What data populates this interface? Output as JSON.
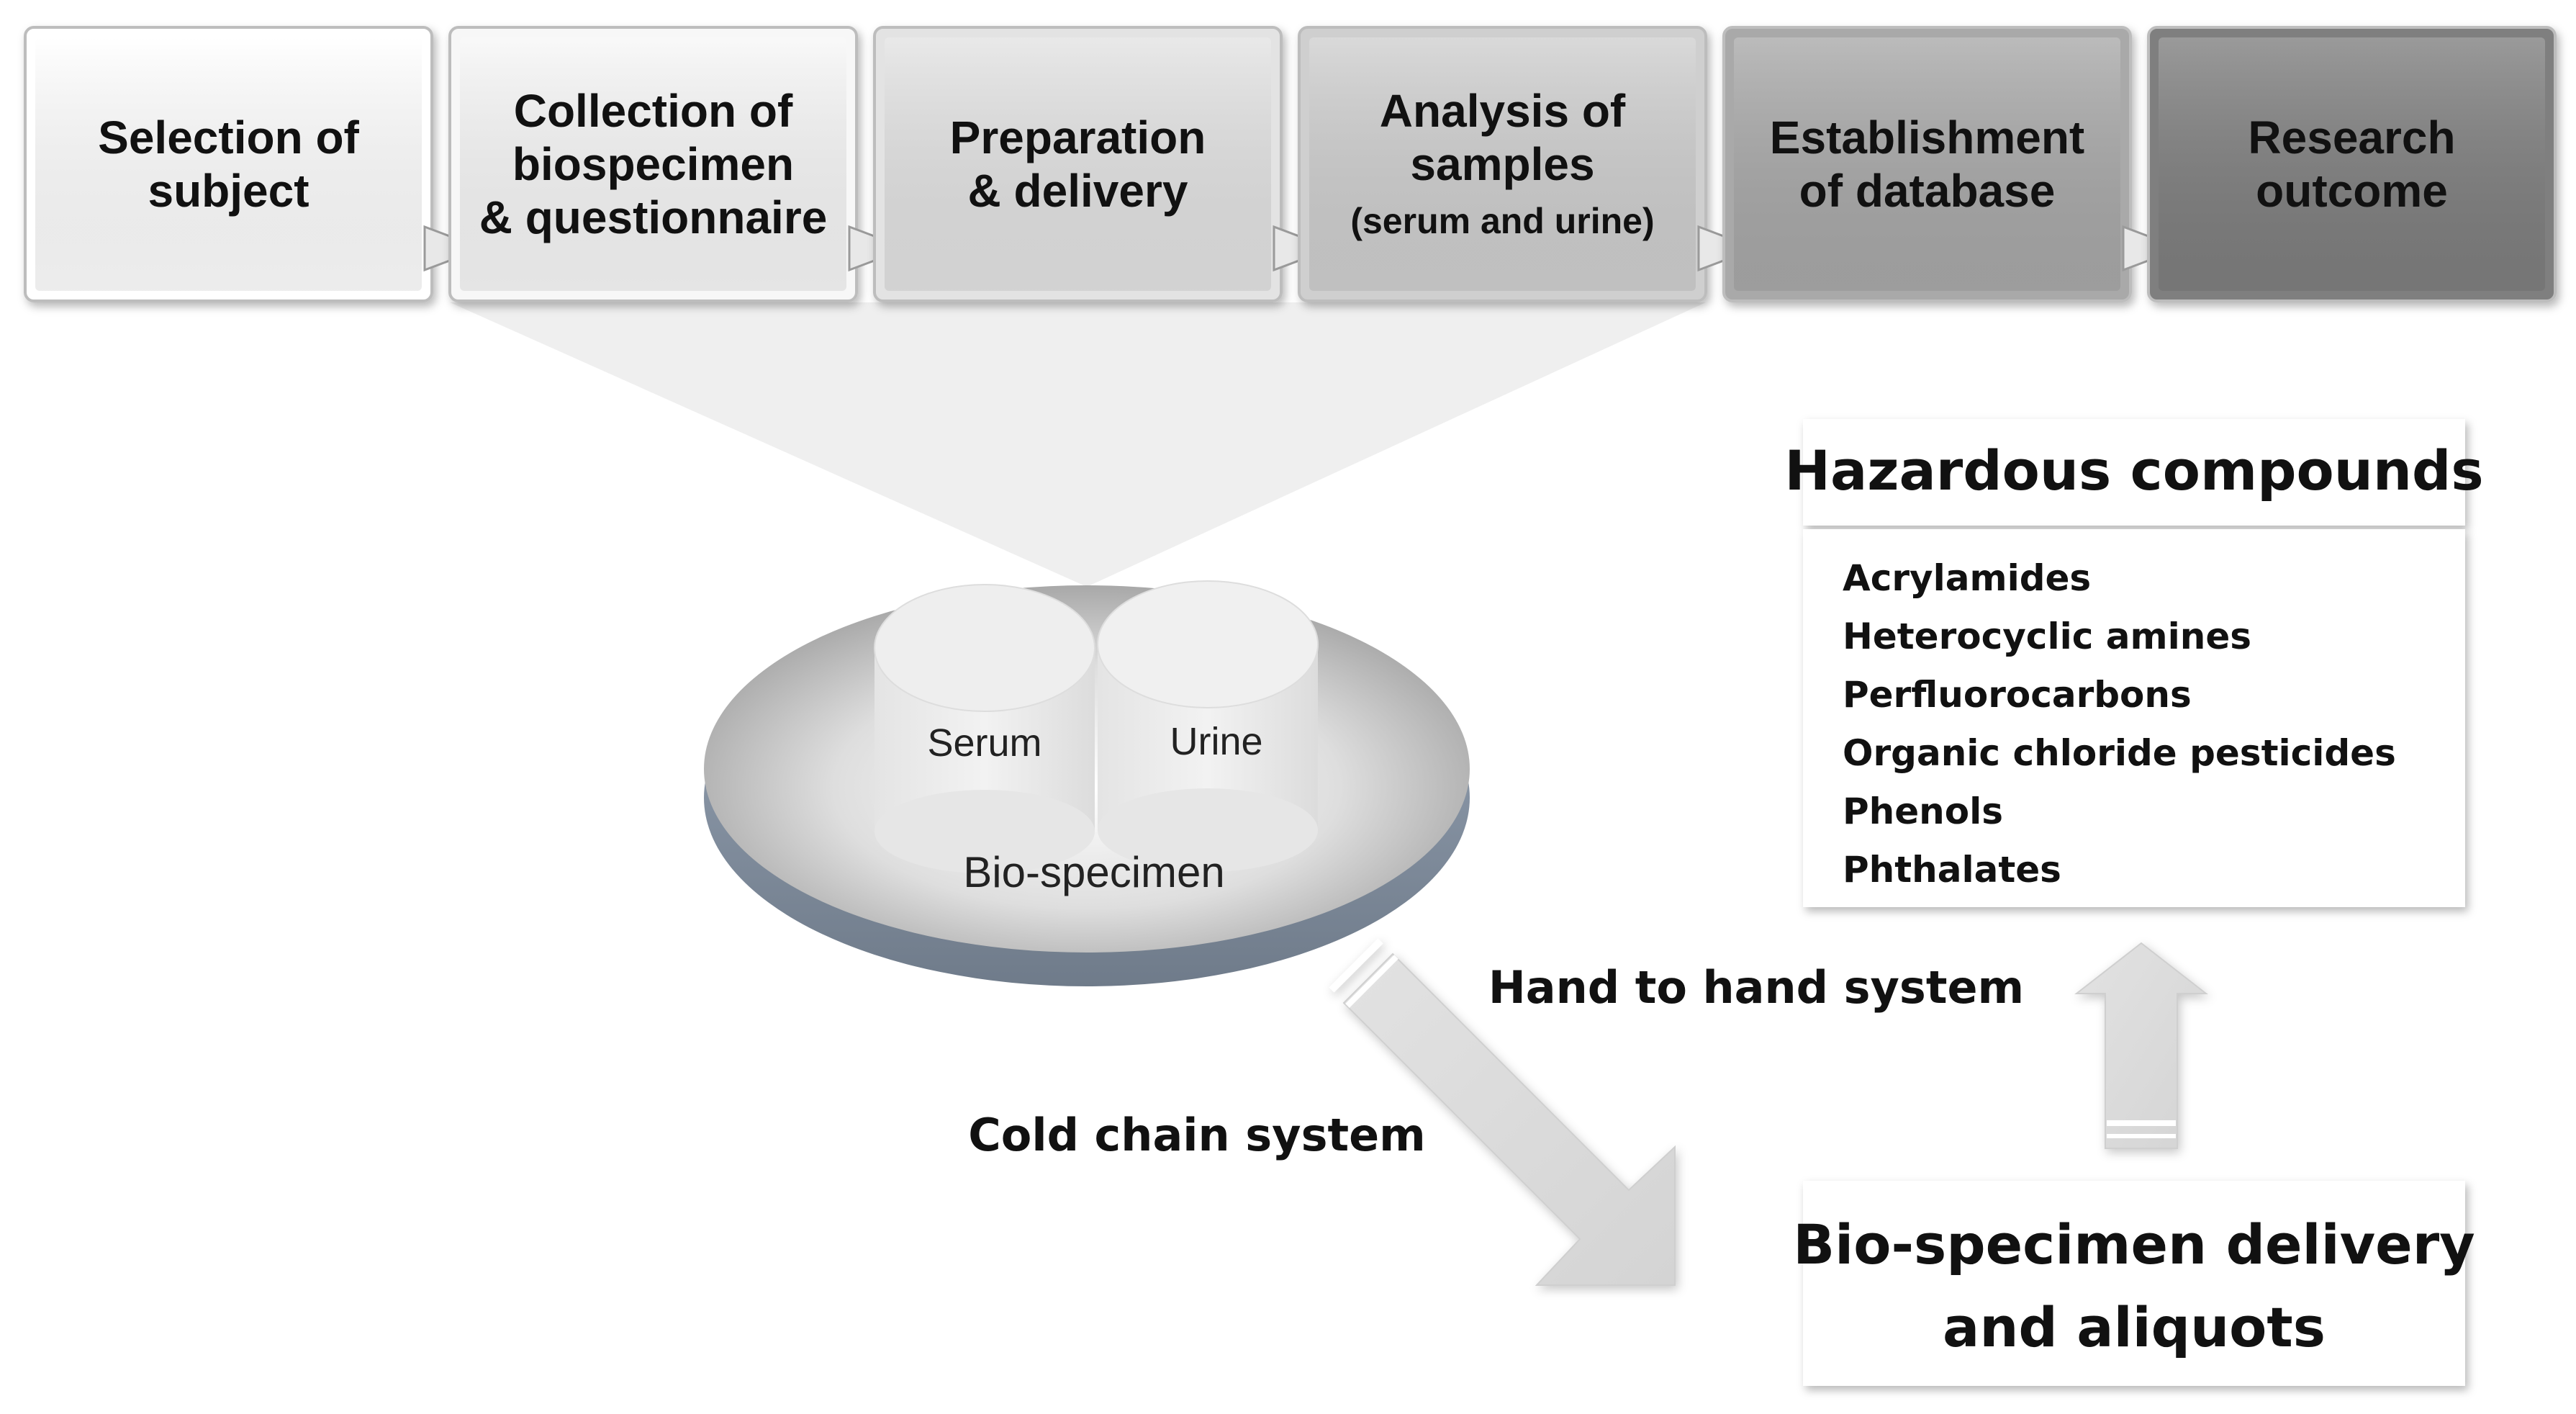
{
  "steps": [
    {
      "lines": [
        "Selection of",
        "subject"
      ],
      "fill": "#ffffff",
      "text_color": "#111111"
    },
    {
      "lines": [
        "Collection of",
        "biospecimen",
        "& questionnaire"
      ],
      "fill": "#f7f7f7",
      "text_color": "#111111"
    },
    {
      "lines": [
        "Preparation",
        "& delivery"
      ],
      "fill": "#e3e3e3",
      "text_color": "#111111"
    },
    {
      "lines": [
        "Analysis of",
        "samples",
        "(serum and urine)"
      ],
      "fill": "#cfcfcf",
      "text_color": "#111111"
    },
    {
      "lines": [
        "Establishment",
        "of database"
      ],
      "fill": "#a9a9a9",
      "text_color": "#111111"
    },
    {
      "lines": [
        "Research",
        "outcome"
      ],
      "fill": "#7f7f7f",
      "text_color": "#111111"
    }
  ],
  "bio_specimen": {
    "label": "Bio-specimen",
    "containers": [
      "Serum",
      "Urine"
    ]
  },
  "hazardous": {
    "title": "Hazardous compounds",
    "items": [
      "Acrylamides",
      "Heterocyclic amines",
      "Perfluorocarbons",
      "Organic chloride pesticides",
      "Phenols",
      "Phthalates"
    ]
  },
  "delivery": {
    "lines": [
      "Bio-specimen delivery",
      "and aliquots"
    ]
  },
  "labels": {
    "hand_to_hand": "Hand to hand system",
    "cold_chain": "Cold chain system"
  }
}
